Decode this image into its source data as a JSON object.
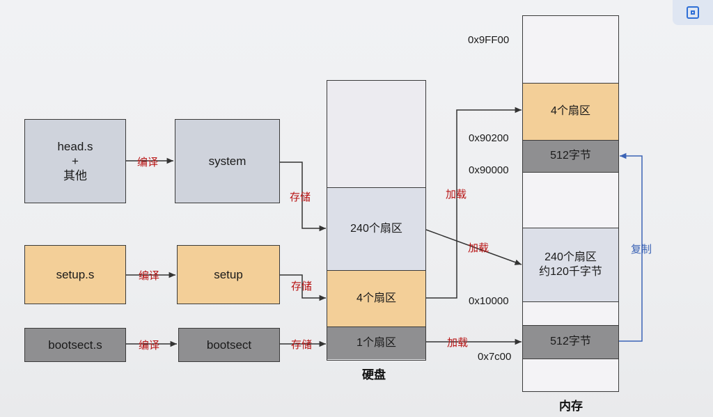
{
  "sources": {
    "head": {
      "line1": "head.s",
      "line2": "+",
      "line3": "其他"
    },
    "setup": "setup.s",
    "bootsect": "bootsect.s"
  },
  "binaries": {
    "system": "system",
    "setup": "setup",
    "bootsect": "bootsect"
  },
  "edge_labels": {
    "compile1": "编译",
    "compile2": "编译",
    "compile3": "编译",
    "store1": "存储",
    "store2": "存储",
    "store3": "存储",
    "load1": "加载",
    "load2": "加载",
    "load3": "加载",
    "copy": "复制"
  },
  "disk": {
    "caption": "硬盘",
    "seg_240": "240个扇区",
    "seg_4": "4个扇区",
    "seg_1": "1个扇区"
  },
  "memory": {
    "caption": "内存",
    "seg_4": "4个扇区",
    "seg_512_top": "512字节",
    "seg_240_line1": "240个扇区",
    "seg_240_line2": "约120千字节",
    "seg_512_bottom": "512字节",
    "addresses": {
      "a9ff00": "0x9FF00",
      "a90200": "0x90200",
      "a90000": "0x90000",
      "a10000": "0x10000",
      "a7c00": "0x7c00"
    }
  },
  "colors": {
    "gray_box": "#cfd3dc",
    "orange_box": "#f3cf98",
    "dark_box": "#8f8f91",
    "label_red": "#b81414",
    "copy_arrow": "#3b63b5"
  },
  "corner_icon": "restore-window-icon"
}
